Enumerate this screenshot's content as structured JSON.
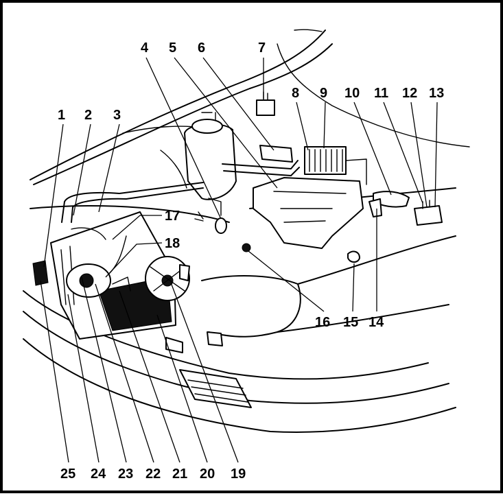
{
  "callouts": [
    {
      "id": "1",
      "text": "1"
    },
    {
      "id": "2",
      "text": "2"
    },
    {
      "id": "3",
      "text": "3"
    },
    {
      "id": "4",
      "text": "4"
    },
    {
      "id": "5",
      "text": "5"
    },
    {
      "id": "6",
      "text": "6"
    },
    {
      "id": "7",
      "text": "7"
    },
    {
      "id": "8",
      "text": "8"
    },
    {
      "id": "9",
      "text": "9"
    },
    {
      "id": "10",
      "text": "10"
    },
    {
      "id": "11",
      "text": "11"
    },
    {
      "id": "12",
      "text": "12"
    },
    {
      "id": "13",
      "text": "13"
    },
    {
      "id": "14",
      "text": "14"
    },
    {
      "id": "15",
      "text": "15"
    },
    {
      "id": "16",
      "text": "16"
    },
    {
      "id": "17",
      "text": "17"
    },
    {
      "id": "18",
      "text": "18"
    },
    {
      "id": "19",
      "text": "19"
    },
    {
      "id": "20",
      "text": "20"
    },
    {
      "id": "21",
      "text": "21"
    },
    {
      "id": "22",
      "text": "22"
    },
    {
      "id": "23",
      "text": "23"
    },
    {
      "id": "24",
      "text": "24"
    },
    {
      "id": "25",
      "text": "25"
    }
  ],
  "style": {
    "line_color": "#000000",
    "background": "#ffffff"
  }
}
